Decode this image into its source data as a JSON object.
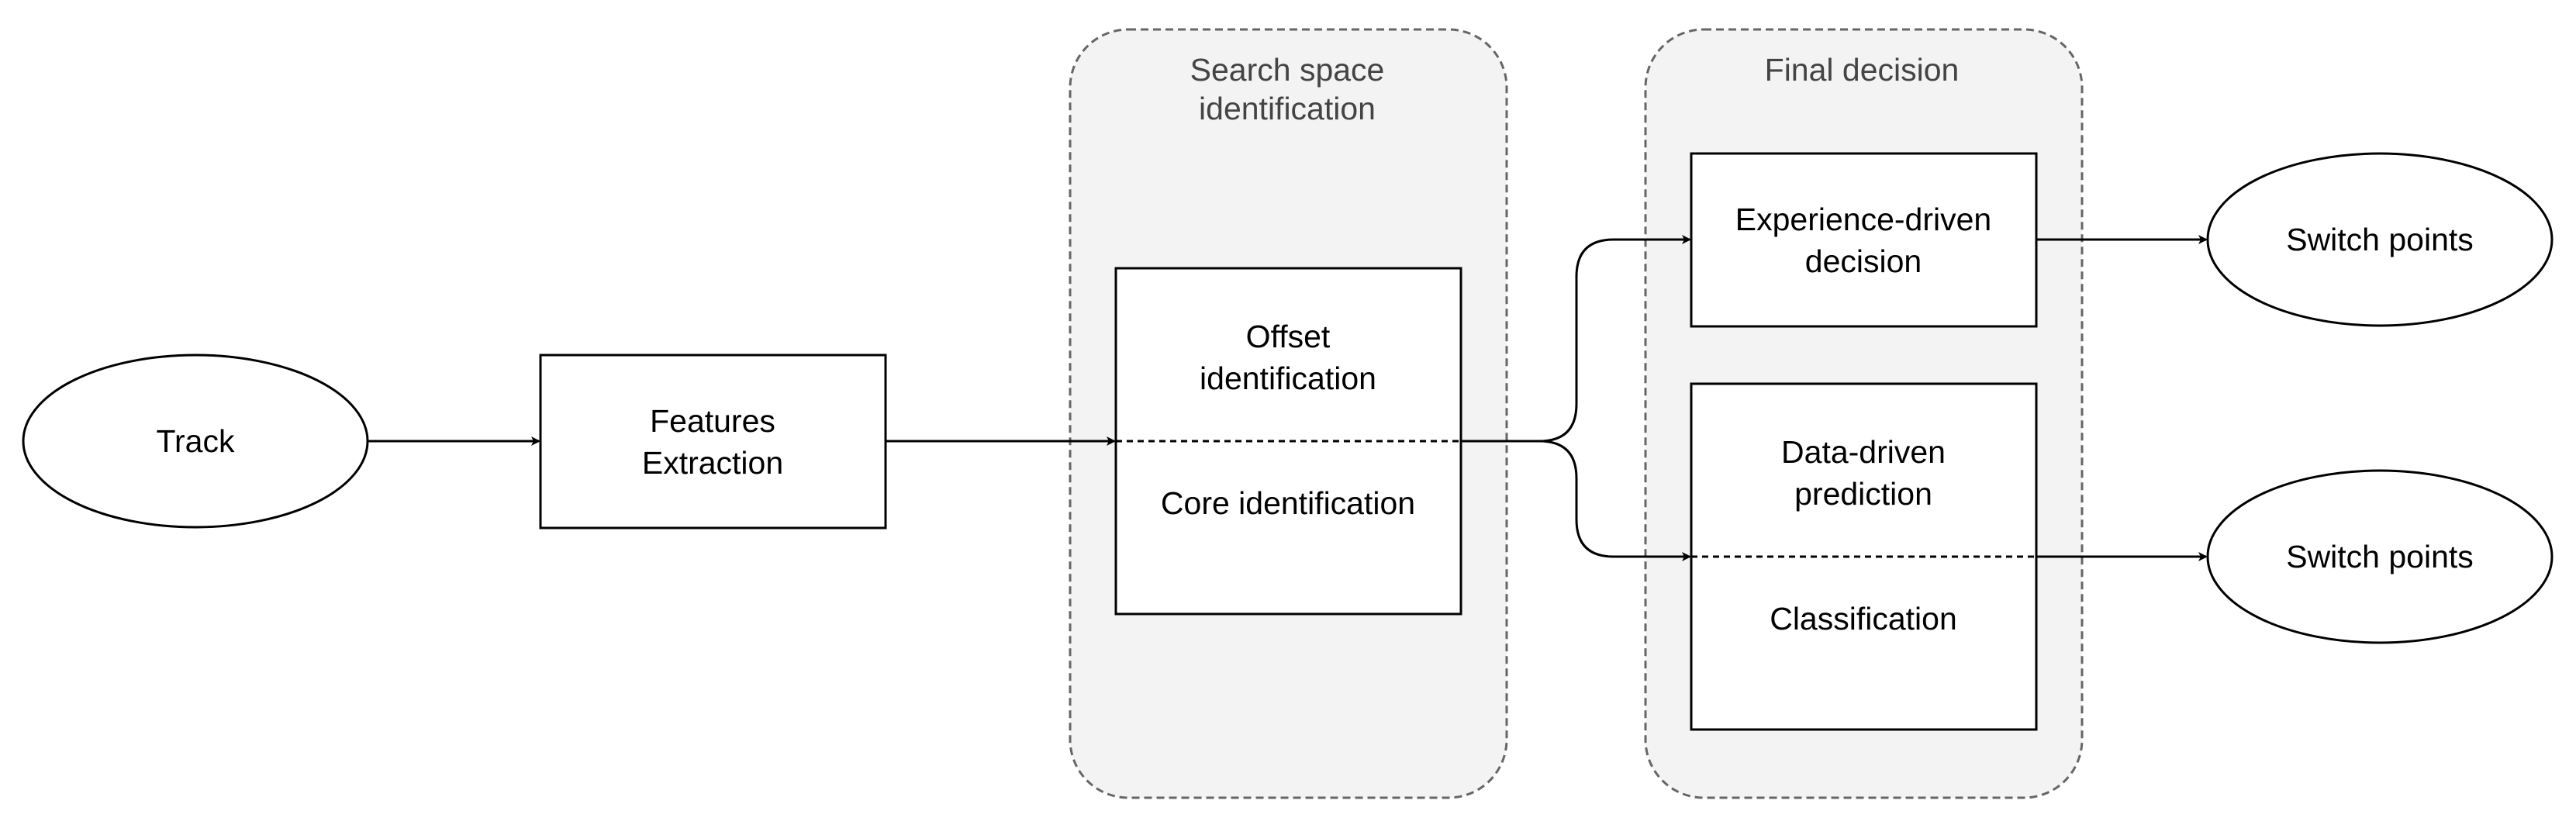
{
  "nodes": {
    "track": "Track",
    "features_line1": "Features",
    "features_line2": "Extraction",
    "offset_line1": "Offset",
    "offset_line2": "identification",
    "core": "Core identification",
    "experience_line1": "Experience-driven",
    "experience_line2": "decision",
    "datadriven_line1": "Data-driven",
    "datadriven_line2": "prediction",
    "classification": "Classification",
    "switch_top": "Switch points",
    "switch_bottom": "Switch points"
  },
  "groups": {
    "search_line1": "Search space",
    "search_line2": "identification",
    "final": "Final decision"
  },
  "colors": {
    "stroke": "#000000",
    "group_fill": "#f3f3f3",
    "group_stroke": "#666666",
    "group_text": "#444444"
  }
}
